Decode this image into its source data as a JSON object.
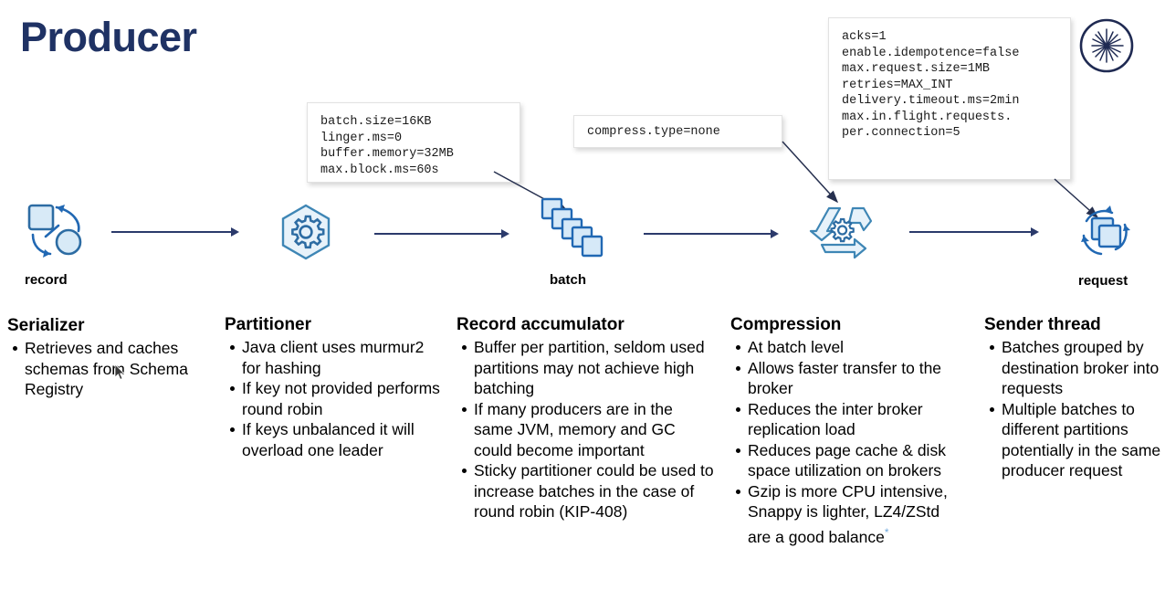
{
  "slide": {
    "title": "Producer",
    "title_color": "#1f3264",
    "background": "#ffffff"
  },
  "brand": {
    "logo_name": "confluent-starburst-logo"
  },
  "config_boxes": [
    {
      "id": "batch",
      "text": "batch.size=16KB\nlinger.ms=0\nbuffer.memory=32MB\nmax.block.ms=60s"
    },
    {
      "id": "compress",
      "text": "compress.type=none"
    },
    {
      "id": "sender",
      "text": "acks=1\nenable.idempotence=false\nmax.request.size=1MB\nretries=MAX_INT\ndelivery.timeout.ms=2min\nmax.in.flight.requests.\nper.connection=5"
    }
  ],
  "flow": {
    "arrow_color": "#2b3a6b",
    "icon_color": "#2d6ca3",
    "icon_fill": "#d8eaf7",
    "stages": [
      {
        "id": "record",
        "icon": "record-transform-icon",
        "caption": "record"
      },
      {
        "id": "partitioner",
        "icon": "hexagon-gear-icon",
        "caption": ""
      },
      {
        "id": "batch",
        "icon": "stacked-squares-icon",
        "caption": "batch"
      },
      {
        "id": "compression",
        "icon": "recycle-gear-icon",
        "caption": ""
      },
      {
        "id": "request",
        "icon": "layered-squares-cycle-icon",
        "caption": "request"
      }
    ]
  },
  "columns": [
    {
      "id": "serializer",
      "heading": "Serializer",
      "bullets": [
        "Retrieves and caches schemas from Schema Registry"
      ]
    },
    {
      "id": "partitioner",
      "heading": "Partitioner",
      "bullets": [
        "Java client uses murmur2 for hashing",
        "If key not provided performs round robin",
        "If keys unbalanced it will overload one leader"
      ]
    },
    {
      "id": "accumulator",
      "heading": "Record accumulator",
      "bullets": [
        "Buffer per partition, seldom used partitions may not achieve high batching",
        "If many producers are in the same JVM, memory and GC could become important",
        "Sticky partitioner could be used to increase batches in the case of round robin (KIP-408)"
      ]
    },
    {
      "id": "compression",
      "heading": "Compression",
      "bullets": [
        "At batch level",
        "Allows faster transfer to the broker",
        "Reduces the inter broker replication load",
        "Reduces page cache & disk space utilization on brokers",
        "Gzip is more CPU intensive, Snappy is lighter, LZ4/ZStd are a good balance"
      ],
      "footnote_marker": "*"
    },
    {
      "id": "sender",
      "heading": "Sender thread",
      "bullets": [
        "Batches grouped by destination broker into requests",
        "Multiple batches to different partitions potentially in the same producer request"
      ]
    }
  ],
  "cursor": {
    "name": "mouse-pointer"
  }
}
